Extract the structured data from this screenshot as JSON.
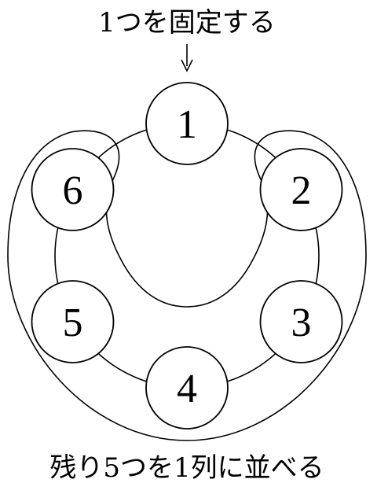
{
  "top_caption": "1つを固定する",
  "bottom_caption": "残り5つを1列に並べる",
  "nodes": [
    {
      "label": "1",
      "role": "fixed"
    },
    {
      "label": "2",
      "role": "remaining"
    },
    {
      "label": "3",
      "role": "remaining"
    },
    {
      "label": "4",
      "role": "remaining"
    },
    {
      "label": "5",
      "role": "remaining"
    },
    {
      "label": "6",
      "role": "remaining"
    }
  ],
  "colors": {
    "stroke": "#000000",
    "fill": "#ffffff",
    "background": "#ffffff"
  },
  "icons": {
    "pointer": "down-arrow-icon"
  }
}
